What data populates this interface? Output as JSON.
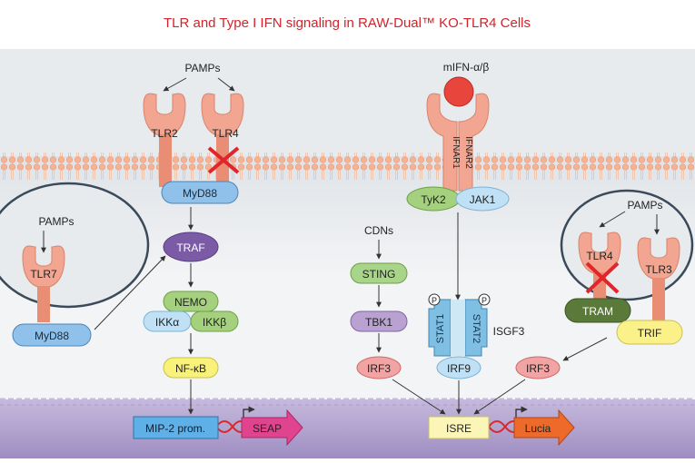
{
  "title": "TLR and Type I IFN signaling in RAW-Dual™ KO-TLR4 Cells",
  "colors": {
    "title_red": "#d1232a",
    "cytoplasm": "#eef0f2",
    "nucleus": "#b4a5cf",
    "receptor": "#f2a590",
    "receptor_stalk": "#e98e74",
    "myd88": "#8fc1ea",
    "traf": "#7b5aa6",
    "nemo": "#a5d17f",
    "nfkb": "#f8f27a",
    "sting": "#a9d58a",
    "tbk1": "#b9a2d2",
    "irf3": "#f2a3a3",
    "tram": "#5a7a3a",
    "trif": "#fbf189",
    "stat": "#7fbfe3",
    "ifn_ball": "#e8453c",
    "sec_promoter": "#5fb0e6",
    "seap": "#e0448e",
    "isre": "#fbf5b8",
    "lucia": "#ee6a2b",
    "cross": "#e1262b"
  },
  "labels": {
    "pamps_top": "PAMPs",
    "tlr2": "TLR2",
    "tlr4_top": "TLR4",
    "myd88_top": "MyD88",
    "traf": "TRAF",
    "nemo": "NEMO",
    "ikka": "IKKα",
    "ikkb": "IKKβ",
    "nfkb": "NF-κB",
    "pamps_left": "PAMPs",
    "tlr7": "TLR7",
    "myd88_left": "MyD88",
    "mifn": "mIFN-α/β",
    "ifnar1": "IFNAR1",
    "ifnar2": "IFNAR2",
    "tyk2": "TyK2",
    "jak1": "JAK1",
    "cdns": "CDNs",
    "sting": "STING",
    "tbk1": "TBK1",
    "irf3_mid": "IRF3",
    "p1": "P",
    "p2": "P",
    "stat1": "STAT1",
    "stat2": "STAT2",
    "isgf3": "ISGF3",
    "irf9": "IRF9",
    "pamps_right": "PAMPs",
    "tlr4_right": "TLR4",
    "tlr3": "TLR3",
    "tram": "TRAM",
    "trif": "TRIF",
    "irf3_right": "IRF3",
    "mip2": "MIP-2 prom.",
    "seap": "SEAP",
    "isre": "ISRE",
    "lucia": "Lucia"
  }
}
